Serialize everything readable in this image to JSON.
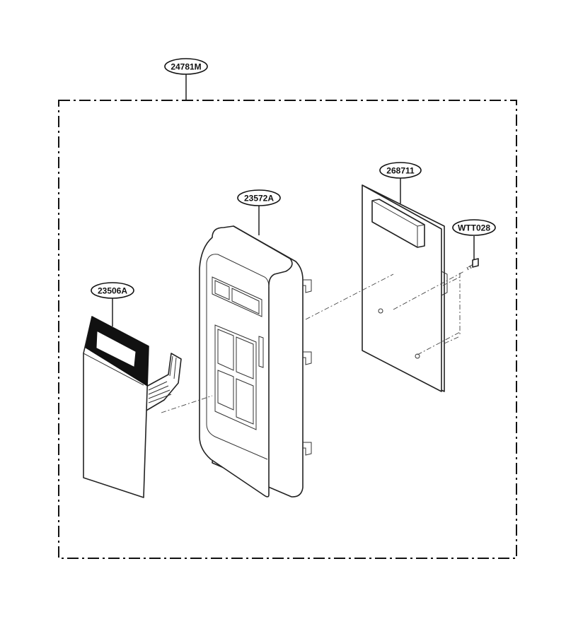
{
  "callouts": {
    "kit": "24781M",
    "control_panel": "23572A",
    "pcb": "268711",
    "screw": "WTT028",
    "membrane_switch": "23506A"
  }
}
